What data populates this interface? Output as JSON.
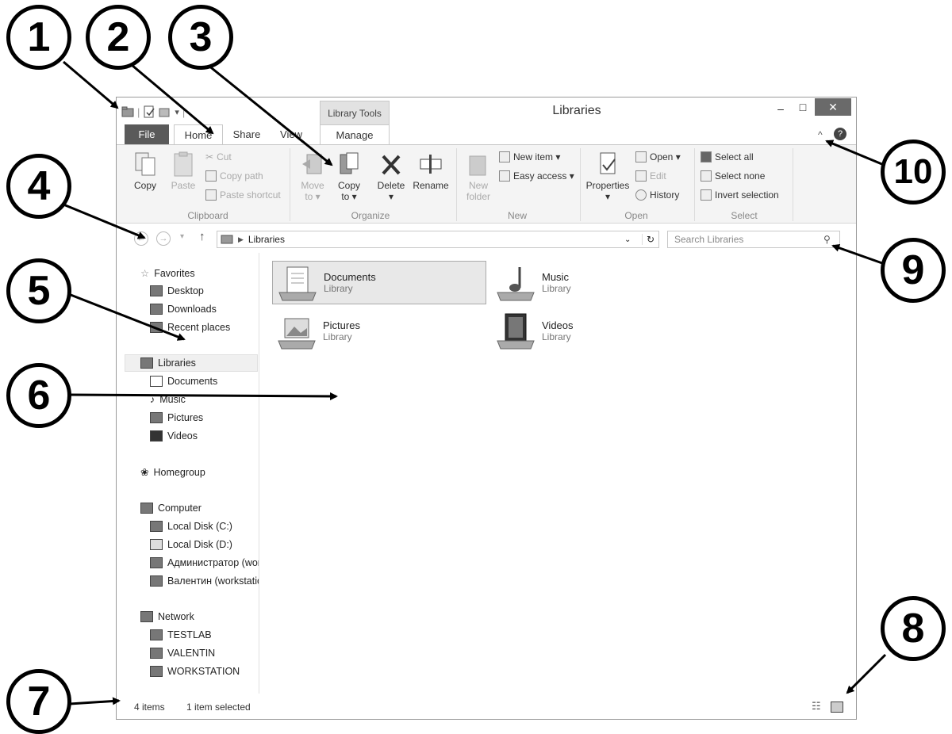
{
  "window": {
    "title": "Libraries",
    "contextual_tab_group": "Library Tools",
    "controls": {
      "minimize": "–",
      "maximize": "□",
      "close": "✕"
    }
  },
  "tabs": [
    "File",
    "Home",
    "Share",
    "View",
    "Manage"
  ],
  "ribbon": {
    "clipboard": {
      "label": "Clipboard",
      "copy": "Copy",
      "paste": "Paste",
      "cut": "Cut",
      "copy_path": "Copy path",
      "paste_shortcut": "Paste shortcut"
    },
    "organize": {
      "label": "Organize",
      "move_to": [
        "Move",
        "to ▾"
      ],
      "copy_to": [
        "Copy",
        "to ▾"
      ],
      "delete": [
        "Delete",
        "▾"
      ],
      "rename": "Rename"
    },
    "new": {
      "label": "New",
      "new_folder": [
        "New",
        "folder"
      ],
      "new_item": "New item ▾",
      "easy_access": "Easy access ▾"
    },
    "open": {
      "label": "Open",
      "properties": [
        "Properties",
        "▾"
      ],
      "open": "Open ▾",
      "edit": "Edit",
      "history": "History"
    },
    "select": {
      "label": "Select",
      "select_all": "Select all",
      "select_none": "Select none",
      "invert_selection": "Invert selection"
    }
  },
  "address": {
    "path": "Libraries",
    "search_placeholder": "Search Libraries"
  },
  "navpane": {
    "favorites": {
      "label": "Favorites",
      "items": [
        "Desktop",
        "Downloads",
        "Recent places"
      ]
    },
    "libraries": {
      "label": "Libraries",
      "items": [
        "Documents",
        "Music",
        "Pictures",
        "Videos"
      ]
    },
    "homegroup": "Homegroup",
    "computer": {
      "label": "Computer",
      "items": [
        "Local Disk (C:)",
        "Local Disk (D:)",
        "Администратор (workstation)",
        "Валентин (workstation)"
      ]
    },
    "network": {
      "label": "Network",
      "items": [
        "TESTLAB",
        "VALENTIN",
        "WORKSTATION"
      ]
    }
  },
  "content": {
    "tiles": [
      {
        "name": "Documents",
        "sub": "Library",
        "selected": true
      },
      {
        "name": "Music",
        "sub": "Library",
        "selected": false
      },
      {
        "name": "Pictures",
        "sub": "Library",
        "selected": false
      },
      {
        "name": "Videos",
        "sub": "Library",
        "selected": false
      }
    ]
  },
  "status": {
    "count": "4 items",
    "selected": "1 item selected"
  },
  "callouts": [
    "1",
    "2",
    "3",
    "4",
    "5",
    "6",
    "7",
    "8",
    "9",
    "10"
  ]
}
